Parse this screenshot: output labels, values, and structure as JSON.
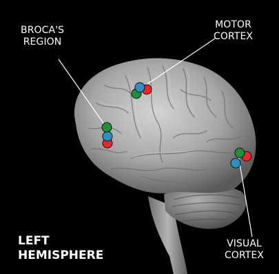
{
  "labels": {
    "broca": {
      "line1": "BROCA'S",
      "line2": "REGION"
    },
    "motor": {
      "line1": "MOTOR",
      "line2": "CORTEX"
    },
    "visual": {
      "line1": "VISUAL",
      "line2": "CORTEX"
    },
    "hemisphere": {
      "line1": "LEFT",
      "line2": "HEMISPHERE"
    }
  },
  "marker_colors": {
    "red": "#e8262d",
    "green": "#1f8f3a",
    "blue": "#2f8fc0"
  },
  "icons": [
    "brain-illustration"
  ]
}
